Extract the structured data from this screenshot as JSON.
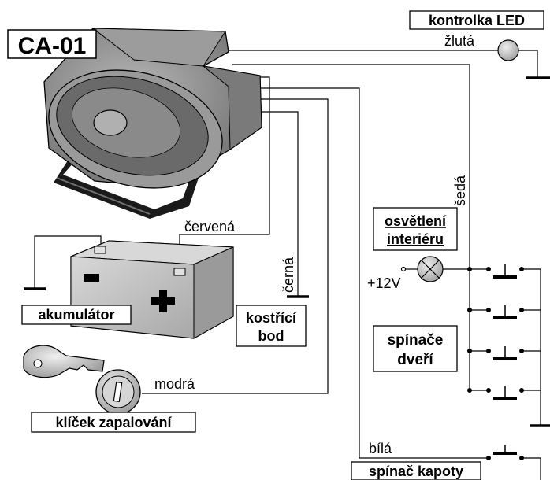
{
  "title": "CA-01",
  "labels": {
    "led": "kontrolka LED",
    "interior_light": [
      "osvětlení",
      "interiéru"
    ],
    "battery": "akumulátor",
    "ground_point": [
      "kostřící",
      "bod"
    ],
    "door_switches": [
      "spínače",
      "dveří"
    ],
    "ignition_key": "klíček zapalování",
    "hood_switch": "spínač kapoty"
  },
  "wires": {
    "yellow": "žlutá",
    "grey": "šedá",
    "red": "červená",
    "black": "černá",
    "blue": "modrá",
    "white": "bílá"
  },
  "supply": "+12V",
  "battery_signs": {
    "minus": "−",
    "plus": "+"
  },
  "colors": {
    "siren_body": "#8a8a8a",
    "siren_dark": "#3a3a3a",
    "battery_body": "#c8c8c8",
    "led": "#cfcfcf",
    "wire": "#000000"
  }
}
